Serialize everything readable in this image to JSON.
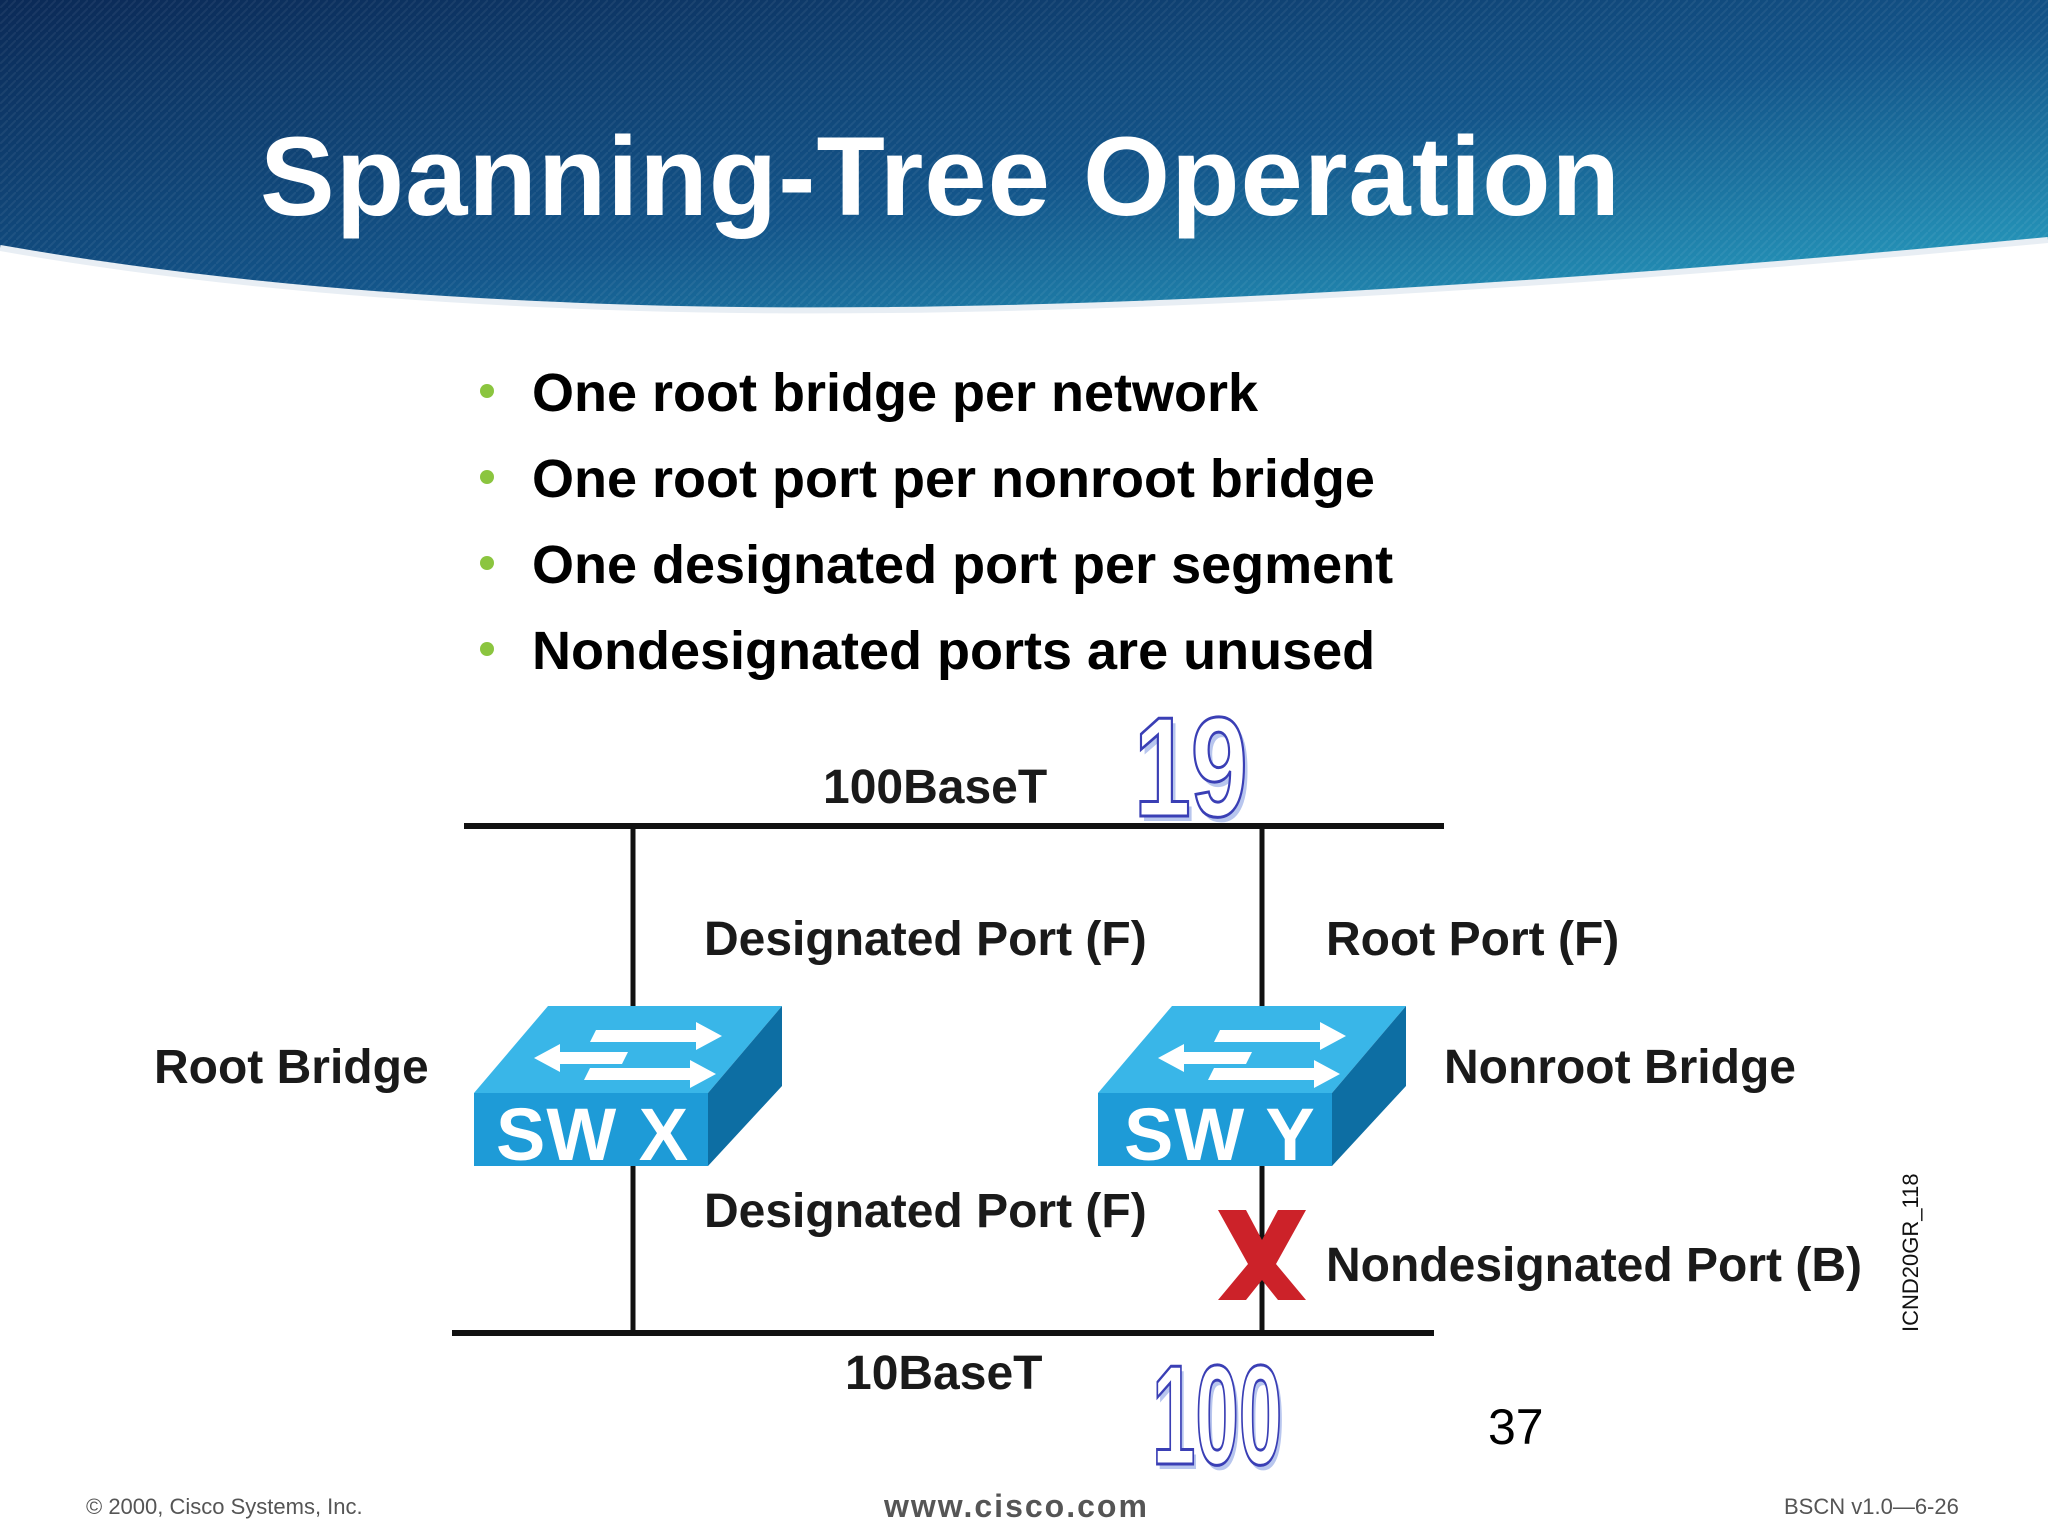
{
  "slide": {
    "title": "Spanning-Tree Operation",
    "bullets": [
      "One root bridge per network",
      "One root port per nonroot bridge",
      "One designated port per segment",
      "Nondesignated ports are unused"
    ],
    "page_number": "37"
  },
  "diagram": {
    "top_segment": {
      "label": "100BaseT",
      "cost": "19"
    },
    "bottom_segment": {
      "label": "10BaseT",
      "cost": "100"
    },
    "switch_x": {
      "label": "SW X",
      "role": "Root Bridge"
    },
    "switch_y": {
      "label": "SW Y",
      "role": "Nonroot Bridge"
    },
    "ports": {
      "x_top": "Designated Port (F)",
      "x_bottom": "Designated Port (F)",
      "y_top": "Root Port (F)",
      "y_bottom": "Nondesignated Port (B)"
    },
    "figure_id": "ICND20GR_118"
  },
  "footer": {
    "copyright": "© 2000, Cisco Systems, Inc.",
    "website": "www.cisco.com",
    "course": "BSCN v1.0—6-26"
  },
  "colors": {
    "header_dark": "#0b2a57",
    "header_light": "#1d8fb5",
    "bullet": "#8bc53f",
    "switch_face": "#1e9bd7",
    "switch_top": "#39b6e8",
    "blocked_x": "#cc2229"
  }
}
